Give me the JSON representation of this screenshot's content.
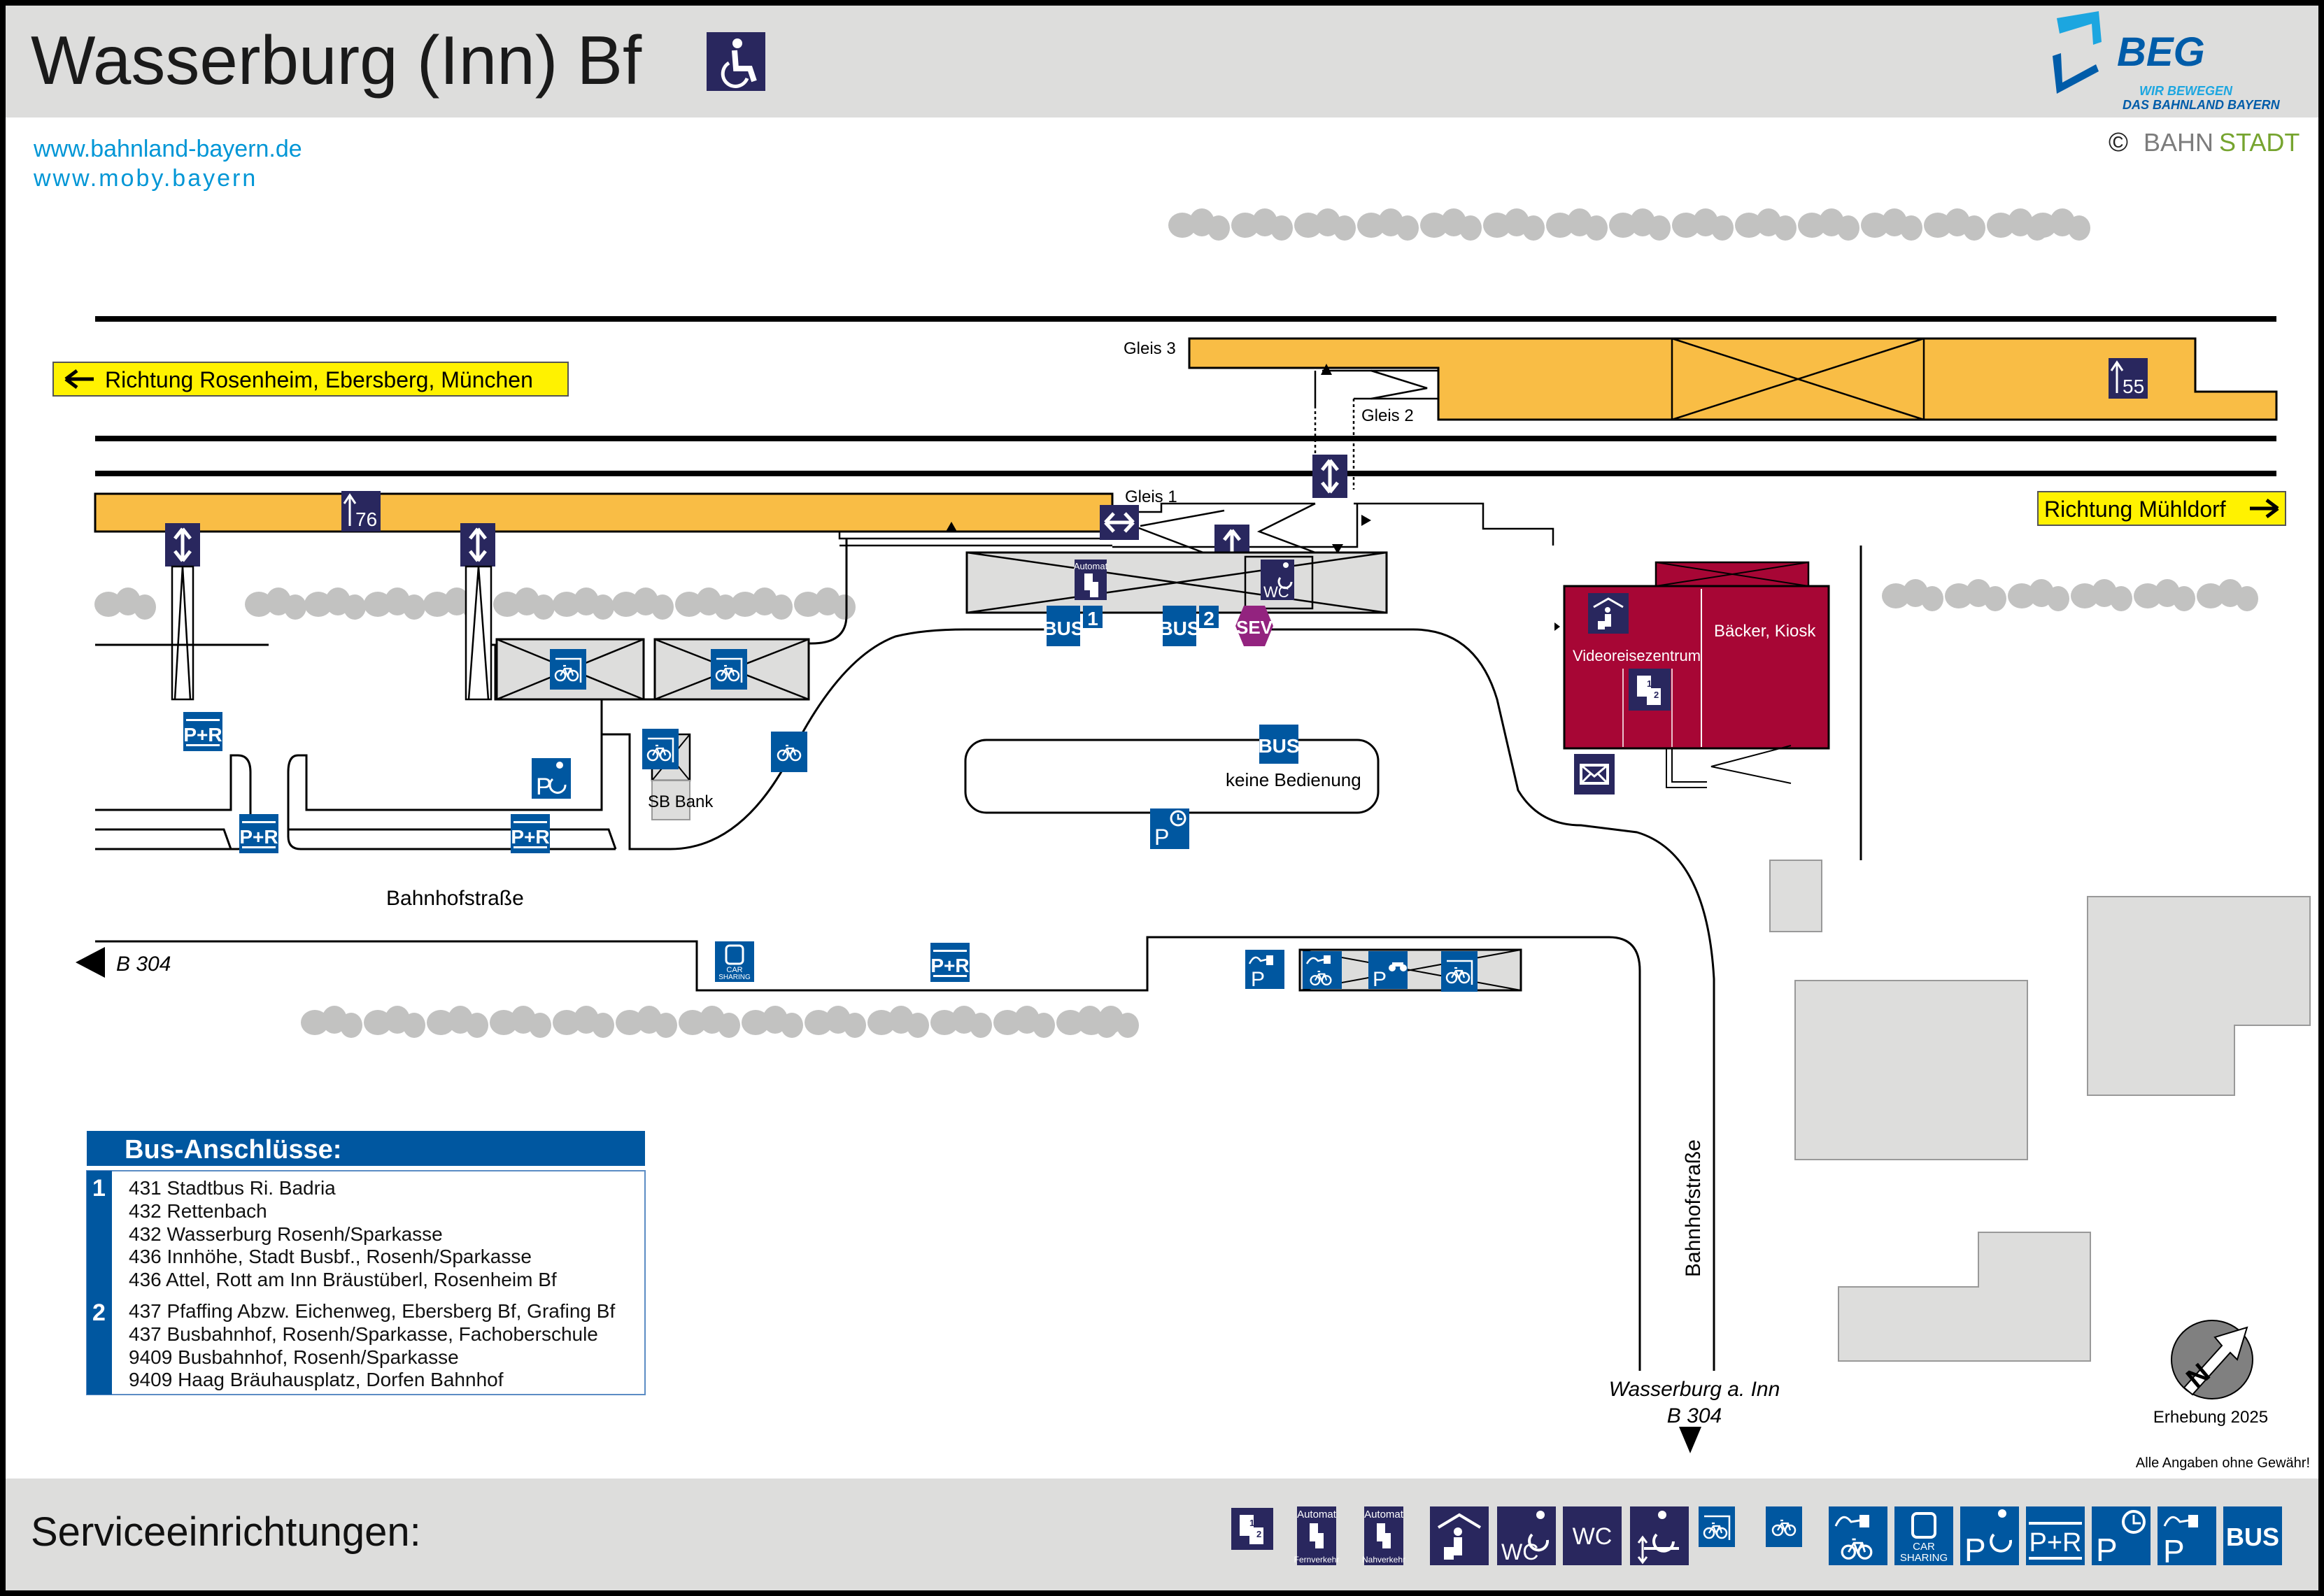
{
  "header": {
    "title": "Wasserburg (Inn) Bf",
    "accessibility_icon": "wheelchair-icon",
    "links": [
      "www.bahnland-bayern.de",
      "www.moby.bayern"
    ],
    "logo": {
      "name": "BEG",
      "tagline1": "WIR BEWEGEN",
      "tagline2": "DAS BAHNLAND BAYERN"
    },
    "copyright": {
      "symbol": "©",
      "part1": "BAHN",
      "part2": "STADT"
    }
  },
  "colors": {
    "platform": "#F9BD45",
    "icon_dark": "#29275E",
    "icon_blue": "#0057A0",
    "building_red": "#A70635",
    "sev_purple": "#93237F",
    "direction_yellow": "#FFF200",
    "link_blue": "#0096D6",
    "header_grey": "#DDDDDC",
    "beg_light": "#1CA6E0",
    "beg_dark": "#005CA9",
    "bahnstadt_green": "#76A42F",
    "bahnstadt_grey": "#7C7C7C"
  },
  "tracks": {
    "gleis3": "Gleis 3",
    "gleis2": "Gleis 2",
    "gleis1": "Gleis 1",
    "platform_length_1": "76",
    "platform_length_2": "55"
  },
  "directions": {
    "west": "Richtung Rosenheim, Ebersberg, München",
    "east": "Richtung Mühldorf"
  },
  "station": {
    "automat_label": "Automat",
    "bus_label": "BUS",
    "bus_stop_1": "1",
    "bus_stop_2": "2",
    "sev_label": "SEV",
    "wc_label": "WC",
    "bus_loop_note": "keine Bedienung",
    "sb_bank": "SB Bank",
    "video_center": "Videoreisezentrum",
    "shop": "Bäcker, Kiosk",
    "pr_label": "P+R",
    "p_label": "P",
    "car_sharing_1": "CAR",
    "car_sharing_2": "SHARING"
  },
  "roads": {
    "street_h": "Bahnhofstraße",
    "street_v": "Bahnhofstraße",
    "b304_west": "B 304",
    "south_dest": "Wasserburg a. Inn",
    "south_road": "B 304"
  },
  "bus_connections": {
    "title": "Bus-Anschlüsse:",
    "groups": [
      {
        "stop": "1",
        "lines": [
          "431 Stadtbus Ri. Badria",
          "432 Rettenbach",
          "432 Wasserburg Rosenh/Sparkasse",
          "436 Innhöhe, Stadt Busbf., Rosenh/Sparkasse",
          "436 Attel, Rott am Inn Bräustüberl, Rosenheim Bf"
        ]
      },
      {
        "stop": "2",
        "lines": [
          "437 Pfaffing Abzw. Eichenweg, Ebersberg Bf, Grafing Bf",
          "437 Busbahnhof, Rosenh/Sparkasse, Fachoberschule",
          "9409 Busbahnhof, Rosenh/Sparkasse",
          "9409 Haag Bräuhausplatz, Dorfen Bahnhof"
        ]
      }
    ]
  },
  "footer_notes": {
    "survey": "Erhebung 2025",
    "disclaimer": "Alle Angaben ohne Gewähr!",
    "north": "N"
  },
  "services": {
    "label": "Serviceeinrichtungen:",
    "fernverkehr": "Fernverkehr",
    "nahverkehr": "Nahverkehr",
    "items": [
      "ticket-machine-icon",
      "ticket-machine-long-distance-icon",
      "ticket-machine-regional-icon",
      "waiting-room-icon",
      "accessible-wc-icon",
      "wc-icon",
      "wheelchair-lift-icon",
      "covered-bike-parking-icon",
      "bike-parking-icon",
      "e-bike-charging-icon",
      "car-sharing-icon",
      "accessible-parking-icon",
      "park-and-ride-icon",
      "short-term-parking-icon",
      "ev-charging-parking-icon",
      "bus-icon"
    ]
  }
}
